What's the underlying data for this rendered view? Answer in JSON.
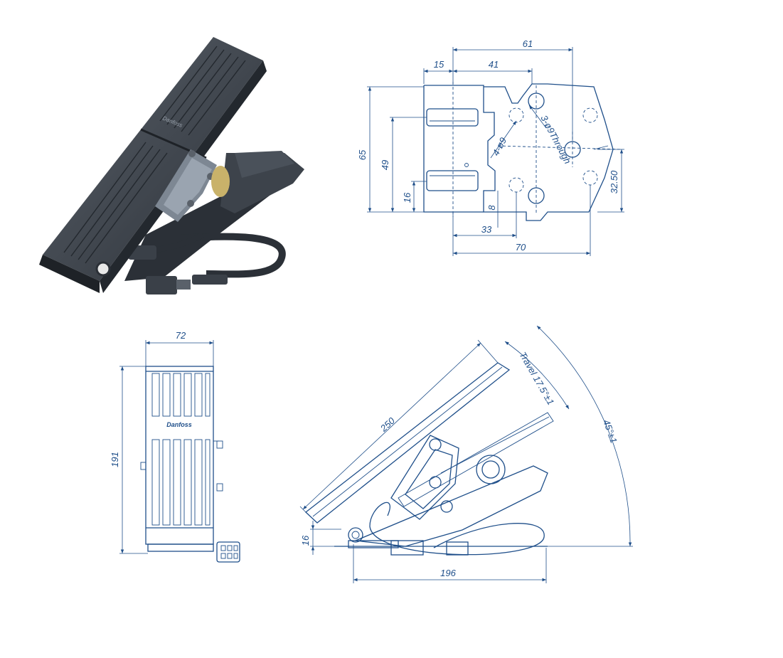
{
  "colors": {
    "line": "#1f4f8a",
    "pedal_dark": "#2b3037",
    "pedal_mid": "#3d434b",
    "pedal_light": "#5a616a",
    "sensor": "#7d8793",
    "knob": "#c9b26a"
  },
  "product_photo": {
    "icon": "accelerator-pedal-photo",
    "brand_mark": "Danfoss"
  },
  "top_view": {
    "dims": {
      "w61": "61",
      "w15": "15",
      "w41": "41",
      "h65": "65",
      "h49": "49",
      "h16": "16",
      "h8": "8",
      "w33": "33",
      "w70": "70",
      "h32": "32.50"
    },
    "hole_note_small": "4-ø9",
    "hole_note_through": "3-ø9Through"
  },
  "front_view": {
    "dims": {
      "width": "72",
      "height": "191"
    },
    "brand": "Danfoss"
  },
  "side_view": {
    "dims": {
      "length": "250",
      "travel": "Travel 17.5°±1",
      "angle": "45°±1",
      "height": "16",
      "base": "196"
    }
  }
}
